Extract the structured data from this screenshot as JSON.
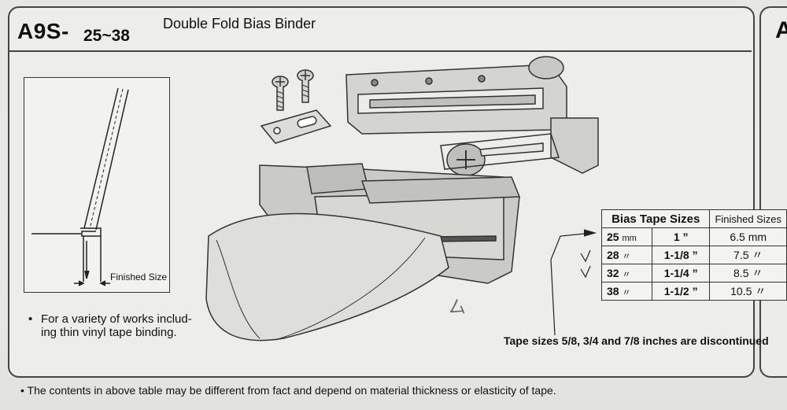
{
  "header": {
    "model_code": "A9S-",
    "model_range": "25~38",
    "title": "Double Fold Bias Binder",
    "side_letter": "A"
  },
  "diagram": {
    "finished_size_label": "Finished Size"
  },
  "notes": {
    "bullet": "•",
    "feature_line1": "For a variety of works includ-",
    "feature_line2": "ing thin vinyl tape binding.",
    "discontinued": "Tape sizes 5/8, 3/4 and 7/8 inches are discontinued",
    "disclaimer": "The contents in above table may be different from fact and depend on material thickness or elasticity of tape."
  },
  "table": {
    "headers": [
      "Bias Tape Sizes",
      "Finished Sizes"
    ],
    "rows": [
      {
        "mm": "25",
        "unit": "mm",
        "inch": "1 ”",
        "finished": "6.5 mm"
      },
      {
        "mm": "28",
        "unit": "〃",
        "inch": "1-1/8 ”",
        "finished": "7.5 〃"
      },
      {
        "mm": "32",
        "unit": "〃",
        "inch": "1-1/4 ”",
        "finished": "8.5 〃"
      },
      {
        "mm": "38",
        "unit": "〃",
        "inch": "1-1/2 ”",
        "finished": "10.5 〃"
      }
    ]
  }
}
